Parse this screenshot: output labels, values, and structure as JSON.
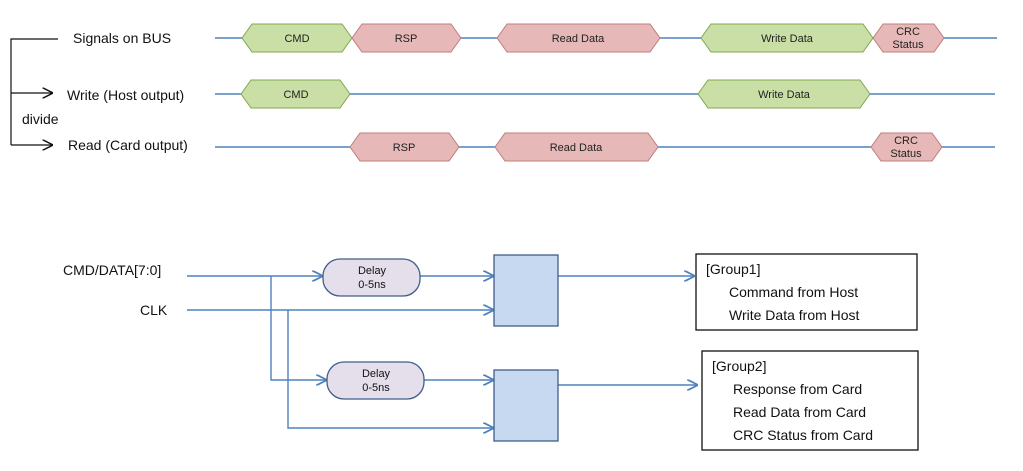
{
  "timing": {
    "rows": [
      {
        "label": "Signals on BUS",
        "segments": [
          {
            "text": [
              "CMD"
            ],
            "kind": "host"
          },
          {
            "text": [
              "RSP"
            ],
            "kind": "card"
          },
          {
            "text": [
              "Read Data"
            ],
            "kind": "card"
          },
          {
            "text": [
              "Write Data"
            ],
            "kind": "host"
          },
          {
            "text": [
              "CRC",
              "Status"
            ],
            "kind": "card"
          }
        ]
      },
      {
        "label": "Write (Host output)",
        "segments": [
          {
            "text": [
              "CMD"
            ],
            "kind": "host"
          },
          {
            "text": [
              "Write Data"
            ],
            "kind": "host"
          }
        ]
      },
      {
        "label": "Read (Card output)",
        "segments": [
          {
            "text": [
              "RSP"
            ],
            "kind": "card"
          },
          {
            "text": [
              "Read Data"
            ],
            "kind": "card"
          },
          {
            "text": [
              "CRC",
              "Status"
            ],
            "kind": "card"
          }
        ]
      }
    ],
    "divide_label": "divide"
  },
  "circuit": {
    "inputs": [
      "CMD/DATA[7:0]",
      "CLK"
    ],
    "delays": [
      {
        "lines": [
          "Delay",
          "0-5ns"
        ]
      },
      {
        "lines": [
          "Delay",
          "0-5ns"
        ]
      }
    ],
    "groups": [
      {
        "title": "[Group1]",
        "items": [
          "Command from Host",
          "Write Data from Host"
        ]
      },
      {
        "title": "[Group2]",
        "items": [
          "Response from Card",
          "Read Data from Card",
          "CRC Status from Card"
        ]
      }
    ]
  },
  "colors": {
    "host_fill": "#c9dfa6",
    "host_stroke": "#7fa850",
    "card_fill": "#e6b9b8",
    "card_stroke": "#c07d7b",
    "wire": "#4f81bd",
    "delay_fill": "#e5dfec",
    "delay_stroke": "#3f5d8a",
    "register_fill": "#c6d9f1",
    "register_stroke": "#3f5d8a",
    "text": "#111111"
  }
}
